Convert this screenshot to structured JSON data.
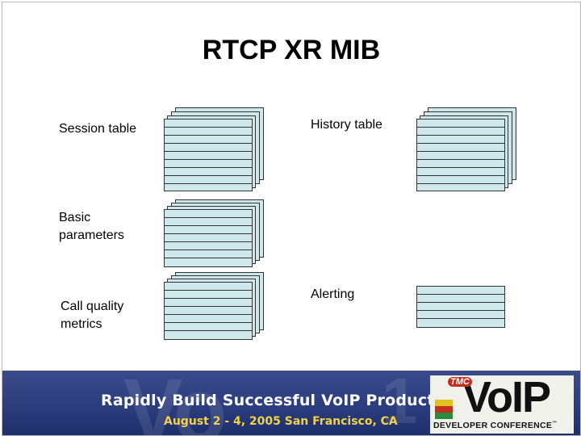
{
  "slide": {
    "title": "RTCP XR MIB",
    "labels": {
      "session_table": "Session table",
      "history_table": "History table",
      "basic_parameters": "Basic parameters",
      "call_quality_metrics": "Call quality metrics",
      "alerting": "Alerting"
    }
  },
  "banner": {
    "tagline": "Rapidly Build Successful VoIP Products",
    "dateline": "August 2 - 4, 2005 San Francisco, CA",
    "logo": {
      "badge": "TMC",
      "brand": "VoIP",
      "subtitle": "DEVELOPER CONFERENCE",
      "trademark": "™"
    }
  },
  "colors": {
    "table_fill": "#cfe8ec",
    "banner_blue": "#2c3d7e",
    "date_yellow": "#f2d24a"
  }
}
